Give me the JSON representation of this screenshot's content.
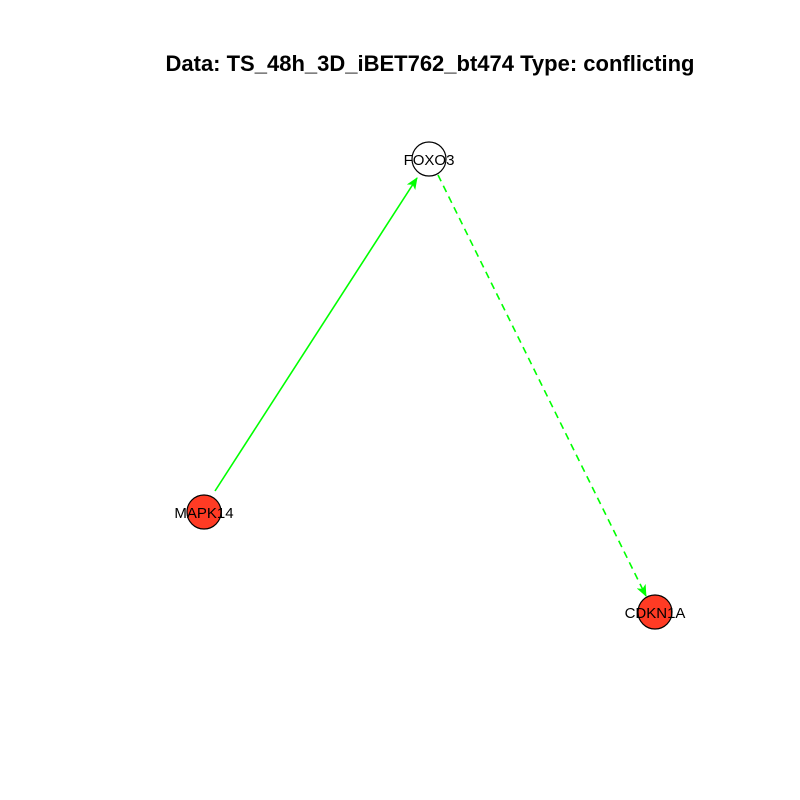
{
  "title": "Data: TS_48h_3D_iBET762_bt474 Type: conflicting",
  "colors": {
    "edge": "#00ff00",
    "node_highlight": "#ff3b24",
    "node_plain": "#ffffff",
    "node_stroke": "#000000"
  },
  "nodes": [
    {
      "id": "FOXO3",
      "label": "FOXO3",
      "fill": "node_plain"
    },
    {
      "id": "MAPK14",
      "label": "MAPK14",
      "fill": "node_highlight"
    },
    {
      "id": "CDKN1A",
      "label": "CDKN1A",
      "fill": "node_highlight"
    }
  ],
  "edges": [
    {
      "from": "MAPK14",
      "to": "FOXO3",
      "style": "solid"
    },
    {
      "from": "FOXO3",
      "to": "CDKN1A",
      "style": "dashed"
    }
  ]
}
